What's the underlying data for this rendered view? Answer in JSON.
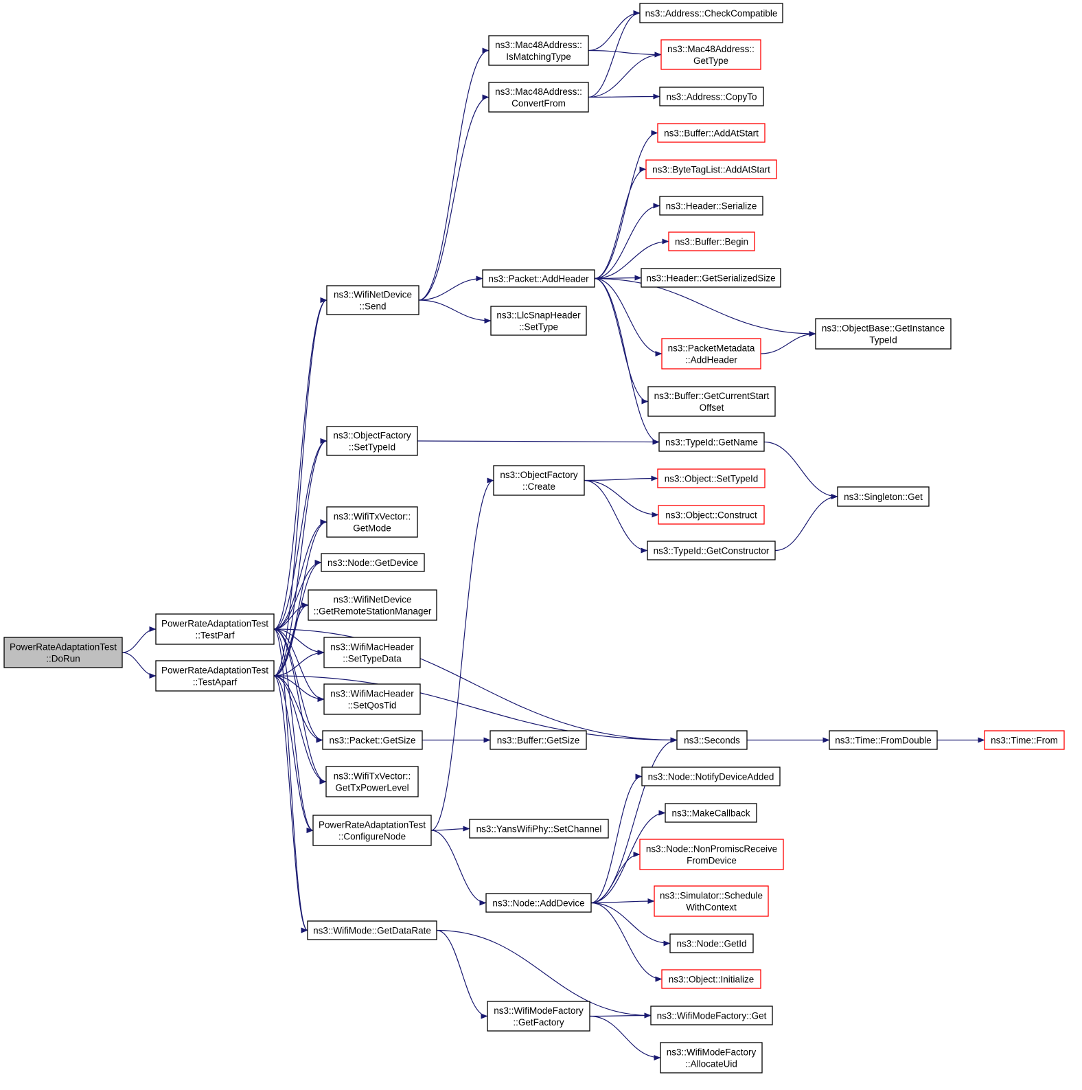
{
  "colors": {
    "edge": "#191970",
    "node_border": "#000000",
    "truncated_border": "#ff0000",
    "root_fill": "#bfbfbf",
    "node_fill": "#ffffff"
  },
  "nodes": [
    {
      "id": "dorun",
      "lines": [
        "PowerRateAdaptationTest",
        "::DoRun"
      ],
      "style": "root"
    },
    {
      "id": "testparf",
      "lines": [
        "PowerRateAdaptationTest",
        "::TestParf"
      ],
      "style": "normal"
    },
    {
      "id": "testaparf",
      "lines": [
        "PowerRateAdaptationTest",
        "::TestAparf"
      ],
      "style": "normal"
    },
    {
      "id": "wifisend",
      "lines": [
        "ns3::WifiNetDevice",
        "::Send"
      ],
      "style": "normal"
    },
    {
      "id": "ofsettypeid",
      "lines": [
        "ns3::ObjectFactory",
        "::SetTypeId"
      ],
      "style": "normal"
    },
    {
      "id": "txvgetmode",
      "lines": [
        "ns3::WifiTxVector::",
        "GetMode"
      ],
      "style": "normal"
    },
    {
      "id": "nodegetdevice",
      "lines": [
        "ns3::Node::GetDevice"
      ],
      "style": "normal"
    },
    {
      "id": "getrsm",
      "lines": [
        "ns3::WifiNetDevice",
        "::GetRemoteStationManager"
      ],
      "style": "normal"
    },
    {
      "id": "settypedata",
      "lines": [
        "ns3::WifiMacHeader",
        "::SetTypeData"
      ],
      "style": "normal"
    },
    {
      "id": "setqostid",
      "lines": [
        "ns3::WifiMacHeader",
        "::SetQosTid"
      ],
      "style": "normal"
    },
    {
      "id": "packetgetsize",
      "lines": [
        "ns3::Packet::GetSize"
      ],
      "style": "normal"
    },
    {
      "id": "gettxpower",
      "lines": [
        "ns3::WifiTxVector::",
        "GetTxPowerLevel"
      ],
      "style": "normal"
    },
    {
      "id": "configurenode",
      "lines": [
        "PowerRateAdaptationTest",
        "::ConfigureNode"
      ],
      "style": "normal"
    },
    {
      "id": "getdatarate",
      "lines": [
        "ns3::WifiMode::GetDataRate"
      ],
      "style": "normal"
    },
    {
      "id": "ismatching",
      "lines": [
        "ns3::Mac48Address::",
        "IsMatchingType"
      ],
      "style": "normal"
    },
    {
      "id": "convertfrom",
      "lines": [
        "ns3::Mac48Address::",
        "ConvertFrom"
      ],
      "style": "normal"
    },
    {
      "id": "addheader",
      "lines": [
        "ns3::Packet::AddHeader"
      ],
      "style": "normal"
    },
    {
      "id": "llcsettype",
      "lines": [
        "ns3::LlcSnapHeader",
        "::SetType"
      ],
      "style": "normal"
    },
    {
      "id": "ofcreate",
      "lines": [
        "ns3::ObjectFactory",
        "::Create"
      ],
      "style": "normal"
    },
    {
      "id": "setchannel",
      "lines": [
        "ns3::YansWifiPhy::SetChannel"
      ],
      "style": "normal"
    },
    {
      "id": "nodeadddevice",
      "lines": [
        "ns3::Node::AddDevice"
      ],
      "style": "normal"
    },
    {
      "id": "getfactory",
      "lines": [
        "ns3::WifiModeFactory",
        "::GetFactory"
      ],
      "style": "normal"
    },
    {
      "id": "buffergetsize",
      "lines": [
        "ns3::Buffer::GetSize"
      ],
      "style": "normal"
    },
    {
      "id": "checkcompat",
      "lines": [
        "ns3::Address::CheckCompatible"
      ],
      "style": "normal"
    },
    {
      "id": "macgettype",
      "lines": [
        "ns3::Mac48Address::",
        "GetType"
      ],
      "style": "truncated"
    },
    {
      "id": "copyto",
      "lines": [
        "ns3::Address::CopyTo"
      ],
      "style": "normal"
    },
    {
      "id": "bufaddatstart",
      "lines": [
        "ns3::Buffer::AddAtStart"
      ],
      "style": "truncated"
    },
    {
      "id": "btladdatstart",
      "lines": [
        "ns3::ByteTagList::AddAtStart"
      ],
      "style": "truncated"
    },
    {
      "id": "headerserialize",
      "lines": [
        "ns3::Header::Serialize"
      ],
      "style": "normal"
    },
    {
      "id": "bufbegin",
      "lines": [
        "ns3::Buffer::Begin"
      ],
      "style": "truncated"
    },
    {
      "id": "getserializedsize",
      "lines": [
        "ns3::Header::GetSerializedSize"
      ],
      "style": "normal"
    },
    {
      "id": "getinstancetypeid",
      "lines": [
        "ns3::ObjectBase::GetInstance",
        "TypeId"
      ],
      "style": "normal"
    },
    {
      "id": "pmaddheader",
      "lines": [
        "ns3::PacketMetadata",
        "::AddHeader"
      ],
      "style": "truncated"
    },
    {
      "id": "getcurrentstart",
      "lines": [
        "ns3::Buffer::GetCurrentStart",
        "Offset"
      ],
      "style": "normal"
    },
    {
      "id": "typeidgetname",
      "lines": [
        "ns3::TypeId::GetName"
      ],
      "style": "normal"
    },
    {
      "id": "singletonget",
      "lines": [
        "ns3::Singleton::Get"
      ],
      "style": "normal"
    },
    {
      "id": "objsettypeid",
      "lines": [
        "ns3::Object::SetTypeId"
      ],
      "style": "truncated"
    },
    {
      "id": "objconstruct",
      "lines": [
        "ns3::Object::Construct"
      ],
      "style": "truncated"
    },
    {
      "id": "getconstructor",
      "lines": [
        "ns3::TypeId::GetConstructor"
      ],
      "style": "normal"
    },
    {
      "id": "seconds",
      "lines": [
        "ns3::Seconds"
      ],
      "style": "normal"
    },
    {
      "id": "fromdouble",
      "lines": [
        "ns3::Time::FromDouble"
      ],
      "style": "normal"
    },
    {
      "id": "timefrom",
      "lines": [
        "ns3::Time::From"
      ],
      "style": "truncated"
    },
    {
      "id": "notifydeviceadded",
      "lines": [
        "ns3::Node::NotifyDeviceAdded"
      ],
      "style": "normal"
    },
    {
      "id": "makecallback",
      "lines": [
        "ns3::MakeCallback"
      ],
      "style": "normal"
    },
    {
      "id": "nonpromisc",
      "lines": [
        "ns3::Node::NonPromiscReceive",
        "FromDevice"
      ],
      "style": "truncated"
    },
    {
      "id": "schedulewithcontext",
      "lines": [
        "ns3::Simulator::Schedule",
        "WithContext"
      ],
      "style": "truncated"
    },
    {
      "id": "nodegetid",
      "lines": [
        "ns3::Node::GetId"
      ],
      "style": "normal"
    },
    {
      "id": "objinitialize",
      "lines": [
        "ns3::Object::Initialize"
      ],
      "style": "truncated"
    },
    {
      "id": "wmfget",
      "lines": [
        "ns3::WifiModeFactory::Get"
      ],
      "style": "normal"
    },
    {
      "id": "allocateuid",
      "lines": [
        "ns3::WifiModeFactory",
        "::AllocateUid"
      ],
      "style": "normal"
    }
  ],
  "edges": [
    [
      "dorun",
      "testparf"
    ],
    [
      "dorun",
      "testaparf"
    ],
    [
      "testparf",
      "wifisend"
    ],
    [
      "testparf",
      "ofsettypeid"
    ],
    [
      "testparf",
      "seconds"
    ],
    [
      "testparf",
      "txvgetmode"
    ],
    [
      "testparf",
      "nodegetdevice"
    ],
    [
      "testparf",
      "getrsm"
    ],
    [
      "testparf",
      "settypedata"
    ],
    [
      "testparf",
      "setqostid"
    ],
    [
      "testparf",
      "packetgetsize"
    ],
    [
      "testparf",
      "gettxpower"
    ],
    [
      "testparf",
      "configurenode"
    ],
    [
      "testparf",
      "getdatarate"
    ],
    [
      "testaparf",
      "wifisend"
    ],
    [
      "testaparf",
      "ofsettypeid"
    ],
    [
      "testaparf",
      "seconds"
    ],
    [
      "testaparf",
      "txvgetmode"
    ],
    [
      "testaparf",
      "nodegetdevice"
    ],
    [
      "testaparf",
      "getrsm"
    ],
    [
      "testaparf",
      "settypedata"
    ],
    [
      "testaparf",
      "setqostid"
    ],
    [
      "testaparf",
      "packetgetsize"
    ],
    [
      "testaparf",
      "gettxpower"
    ],
    [
      "testaparf",
      "configurenode"
    ],
    [
      "testaparf",
      "getdatarate"
    ],
    [
      "wifisend",
      "ismatching"
    ],
    [
      "wifisend",
      "convertfrom"
    ],
    [
      "wifisend",
      "addheader"
    ],
    [
      "wifisend",
      "llcsettype"
    ],
    [
      "ismatching",
      "checkcompat"
    ],
    [
      "ismatching",
      "macgettype"
    ],
    [
      "convertfrom",
      "checkcompat"
    ],
    [
      "convertfrom",
      "macgettype"
    ],
    [
      "convertfrom",
      "copyto"
    ],
    [
      "addheader",
      "bufaddatstart"
    ],
    [
      "addheader",
      "btladdatstart"
    ],
    [
      "addheader",
      "headerserialize"
    ],
    [
      "addheader",
      "bufbegin"
    ],
    [
      "addheader",
      "getserializedsize"
    ],
    [
      "addheader",
      "getinstancetypeid"
    ],
    [
      "addheader",
      "pmaddheader"
    ],
    [
      "addheader",
      "getcurrentstart"
    ],
    [
      "addheader",
      "typeidgetname"
    ],
    [
      "pmaddheader",
      "getinstancetypeid"
    ],
    [
      "ofsettypeid",
      "typeidgetname"
    ],
    [
      "typeidgetname",
      "singletonget"
    ],
    [
      "packetgetsize",
      "buffergetsize"
    ],
    [
      "configurenode",
      "ofcreate"
    ],
    [
      "configurenode",
      "setchannel"
    ],
    [
      "configurenode",
      "nodeadddevice"
    ],
    [
      "ofcreate",
      "objsettypeid"
    ],
    [
      "ofcreate",
      "objconstruct"
    ],
    [
      "ofcreate",
      "getconstructor"
    ],
    [
      "getconstructor",
      "singletonget"
    ],
    [
      "seconds",
      "fromdouble"
    ],
    [
      "fromdouble",
      "timefrom"
    ],
    [
      "nodeadddevice",
      "seconds"
    ],
    [
      "nodeadddevice",
      "notifydeviceadded"
    ],
    [
      "nodeadddevice",
      "makecallback"
    ],
    [
      "nodeadddevice",
      "nonpromisc"
    ],
    [
      "nodeadddevice",
      "schedulewithcontext"
    ],
    [
      "nodeadddevice",
      "nodegetid"
    ],
    [
      "nodeadddevice",
      "objinitialize"
    ],
    [
      "getdatarate",
      "getfactory"
    ],
    [
      "getdatarate",
      "wmfget"
    ],
    [
      "getfactory",
      "wmfget"
    ],
    [
      "getfactory",
      "allocateuid"
    ]
  ]
}
